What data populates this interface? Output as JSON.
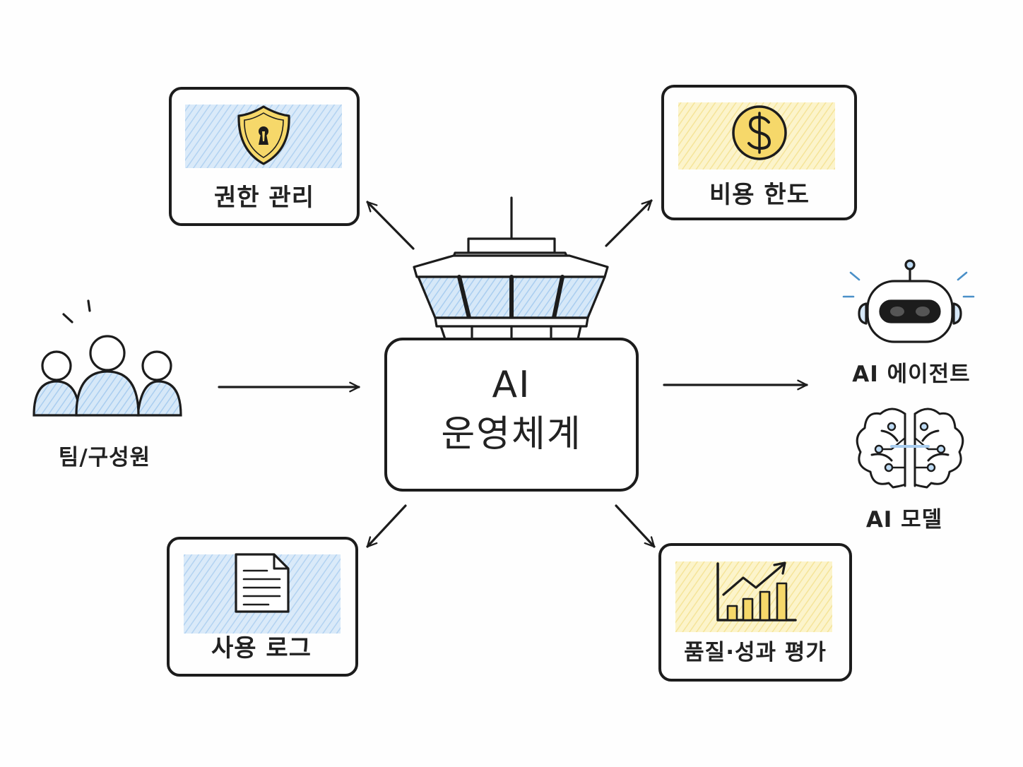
{
  "center": {
    "line1": "AI",
    "line2": "운영체계"
  },
  "team": {
    "label": "팀/구성원",
    "icon": "team-members-icon"
  },
  "boxes": {
    "permission": {
      "label": "권한 관리",
      "icon": "shield-keyhole-icon",
      "tint": "#bfdcf5"
    },
    "cost": {
      "label": "비용 한도",
      "icon": "dollar-coin-icon",
      "tint": "#fbefb0"
    },
    "log": {
      "label": "사용 로그",
      "icon": "document-icon",
      "tint": "#bfdcf5"
    },
    "quality": {
      "label": "품질·성과 평가",
      "icon": "bar-chart-trend-icon",
      "tint": "#fbefb0"
    }
  },
  "outputs": {
    "agent": {
      "label": "AI 에이전트",
      "icon": "robot-icon"
    },
    "model": {
      "label": "AI 모델",
      "icon": "brain-circuit-icon"
    }
  },
  "colors": {
    "ink": "#1c1c1c",
    "blue": "#bfdcf5",
    "yellow": "#fbefb0",
    "gold": "#f6d86a",
    "accent": "#4a90c8"
  }
}
